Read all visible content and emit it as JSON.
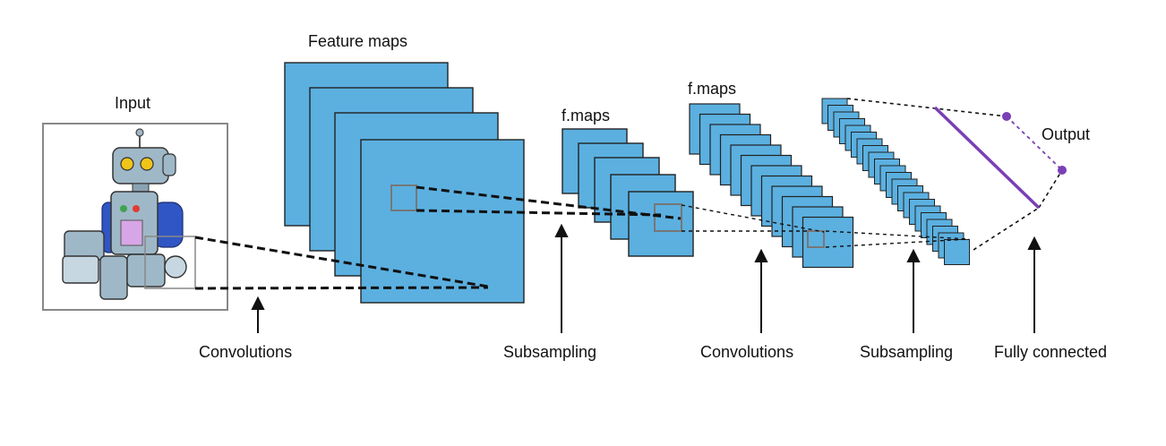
{
  "labels": {
    "input": "Input",
    "feature_maps": "Feature maps",
    "fmaps_1": "f.maps",
    "fmaps_2": "f.maps",
    "output": "Output",
    "convolutions_1": "Convolutions",
    "subsampling_1": "Subsampling",
    "convolutions_2": "Convolutions",
    "subsampling_2": "Subsampling",
    "fully_connected": "Fully connected"
  },
  "colors": {
    "feature_map": "#5bb0e0",
    "output_line": "#7a3fb5",
    "robot_body": "#9fb8c8",
    "robot_arm": "#2f56c4"
  }
}
